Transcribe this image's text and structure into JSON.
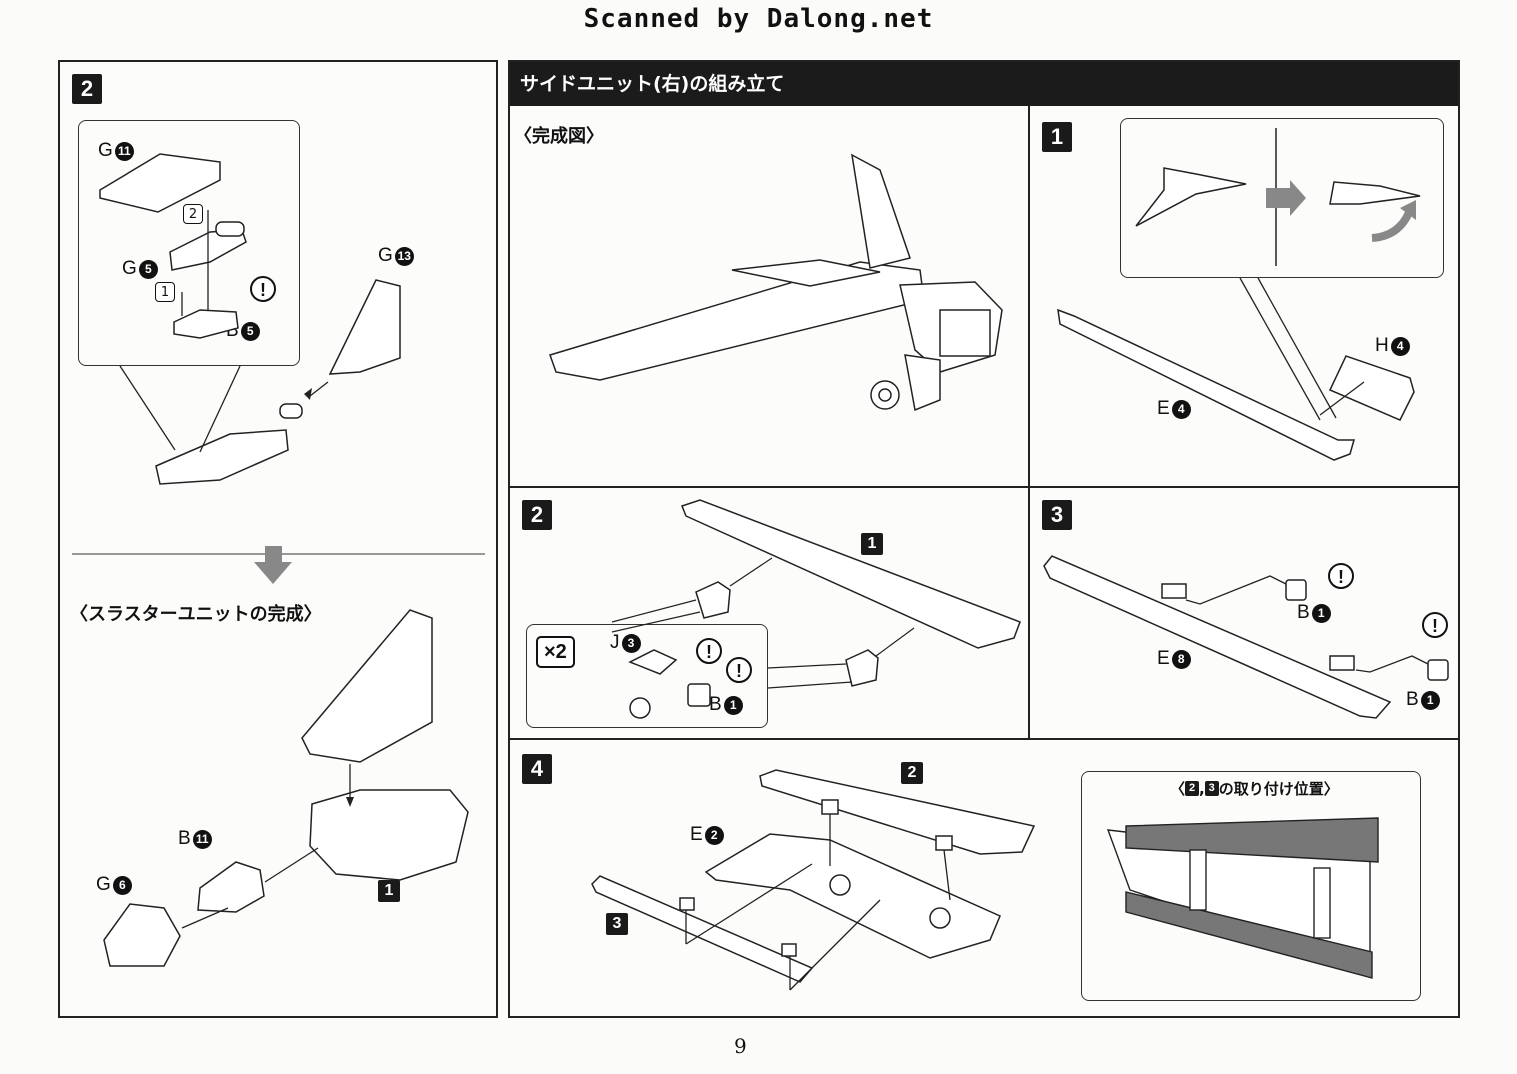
{
  "scan_credit": "Scanned by Dalong.net",
  "page_number": "9",
  "left_panel": {
    "step_number": "2",
    "labels": {
      "g11": {
        "letter": "G",
        "num": "11"
      },
      "g5": {
        "letter": "G",
        "num": "5"
      },
      "b5": {
        "letter": "B",
        "num": "5"
      },
      "g13": {
        "letter": "G",
        "num": "13"
      },
      "order1": "1",
      "order2": "2"
    },
    "completion_title": "〈スラスターユニットの完成〉",
    "completion_labels": {
      "b11": {
        "letter": "B",
        "num": "11"
      },
      "g6": {
        "letter": "G",
        "num": "6"
      },
      "step_ref": "1"
    }
  },
  "right_section": {
    "title": "サイドユニット(右)の組み立て",
    "completed_label": "〈完成図〉",
    "step1": {
      "number": "1",
      "h4": {
        "letter": "H",
        "num": "4"
      },
      "e4": {
        "letter": "E",
        "num": "4"
      }
    },
    "step2": {
      "number": "2",
      "ref": "1",
      "multiplier": "×2",
      "j3": {
        "letter": "J",
        "num": "3"
      },
      "b1": {
        "letter": "B",
        "num": "1"
      }
    },
    "step3": {
      "number": "3",
      "b1_top": {
        "letter": "B",
        "num": "1"
      },
      "e8": {
        "letter": "E",
        "num": "8"
      },
      "b1_bottom": {
        "letter": "B",
        "num": "1"
      }
    },
    "step4": {
      "number": "4",
      "ref2": "2",
      "ref3": "3",
      "e2": {
        "letter": "E",
        "num": "2"
      },
      "position_prefix": "〈",
      "position_n2": "2",
      "position_comma": ",",
      "position_n3": "3",
      "position_suffix": "の取り付け位置〉"
    }
  },
  "warning_mark": "!"
}
